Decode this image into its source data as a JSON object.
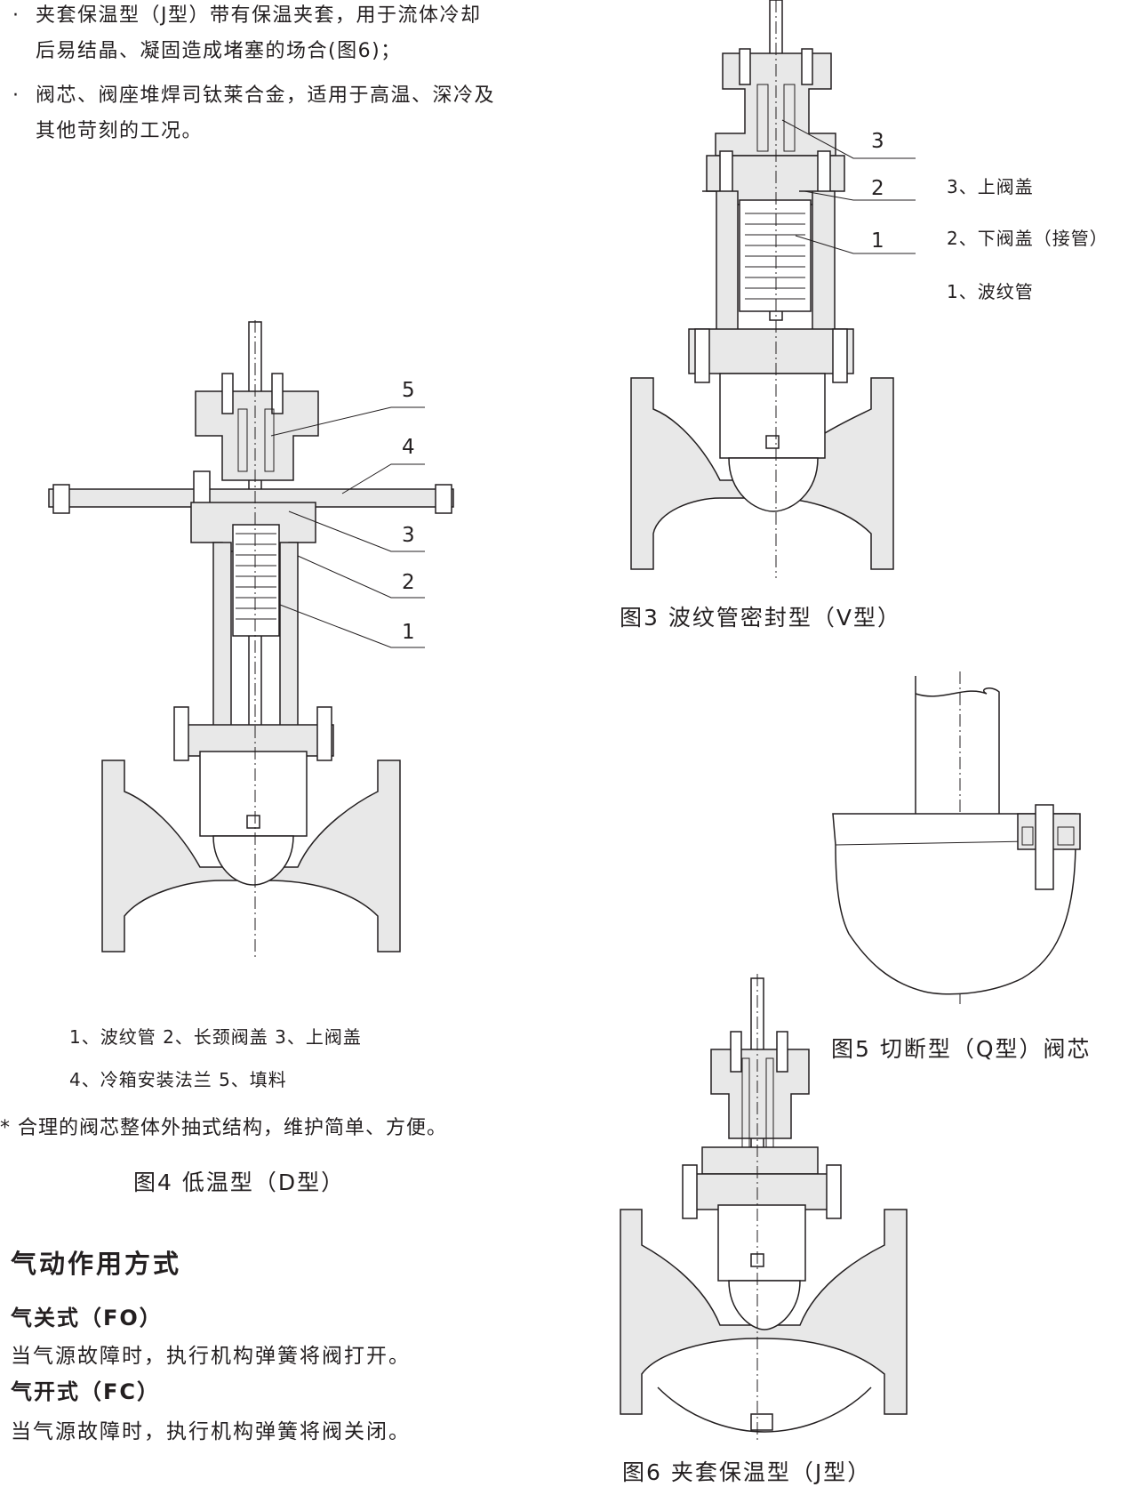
{
  "bullets": [
    {
      "dot": "·",
      "line1": "夹套保温型（J型）带有保温夹套，用于流体冷却",
      "line2": "后易结晶、凝固造成堵塞的场合(图6)；"
    },
    {
      "dot": "·",
      "line1": "阀芯、阀座堆焊司钛莱合金，适用于高温、深冷及",
      "line2": "其他苛刻的工况。"
    }
  ],
  "fig3": {
    "caption": "图3  波纹管密封型（V型）",
    "callouts": [
      "3",
      "2",
      "1"
    ],
    "legend": [
      "3、上阀盖",
      "2、下阀盖（接管）",
      "1、波纹管"
    ]
  },
  "fig4": {
    "caption": "图4  低温型（D型）",
    "callouts": [
      "5",
      "4",
      "3",
      "2",
      "1"
    ],
    "legend_line1": "1、波纹管   2、长颈阀盖   3、上阀盖",
    "legend_line2": "4、冷箱安装法兰  5、填料",
    "note": "* 合理的阀芯整体外抽式结构，维护简单、方便。"
  },
  "fig5": {
    "caption": "图5  切断型（Q型）阀芯"
  },
  "fig6": {
    "caption": "图6  夹套保温型（J型）"
  },
  "section": {
    "title": "气动作用方式",
    "fo_title": "气关式（FO）",
    "fo_text": "当气源故障时，执行机构弹簧将阀打开。",
    "fc_title": "气开式（FC）",
    "fc_text": "当气源故障时，执行机构弹簧将阀关闭。"
  }
}
